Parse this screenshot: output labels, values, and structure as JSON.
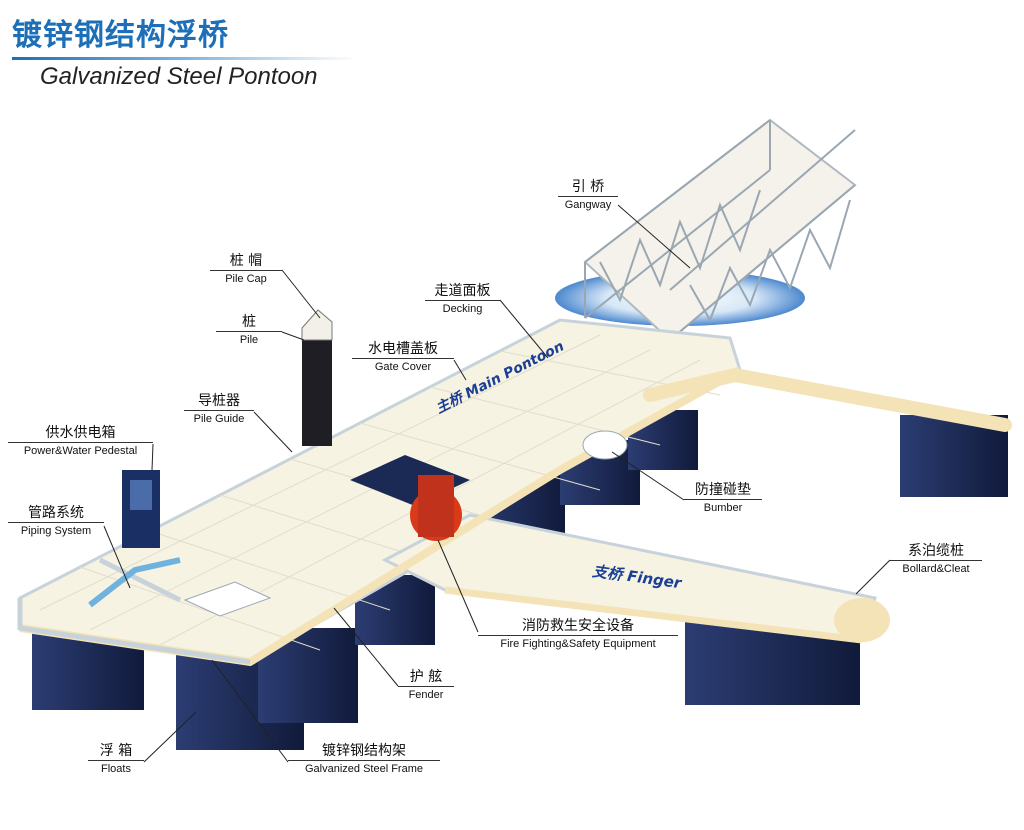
{
  "title": {
    "cn": "镀锌钢结构浮桥",
    "en": "Galvanized Steel Pontoon"
  },
  "colors": {
    "brand": "#1d6fb8",
    "float": "#1b2a55",
    "deck": "#f7f3e3",
    "frame": "#c8d2da",
    "fender": "#f3e3b6",
    "text": "#1a3f95"
  },
  "deck_text": {
    "main": "主桥 Main Pontoon",
    "finger": "支桥 Finger"
  },
  "labels": [
    {
      "cn": "引 桥",
      "en": "Gangway"
    },
    {
      "cn": "桩 帽",
      "en": "Pile Cap"
    },
    {
      "cn": "走道面板",
      "en": "Decking"
    },
    {
      "cn": "桩",
      "en": "Pile"
    },
    {
      "cn": "水电槽盖板",
      "en": "Gate Cover"
    },
    {
      "cn": "导桩器",
      "en": "Pile Guide"
    },
    {
      "cn": "供水供电箱",
      "en": "Power&Water Pedestal"
    },
    {
      "cn": "防撞碰垫",
      "en": "Bumber"
    },
    {
      "cn": "管路系统",
      "en": "Piping System"
    },
    {
      "cn": "系泊缆桩",
      "en": "Bollard&Cleat"
    },
    {
      "cn": "消防救生安全设备",
      "en": "Fire Fighting&Safety Equipment"
    },
    {
      "cn": "护 舷",
      "en": "Fender"
    },
    {
      "cn": "浮 箱",
      "en": "Floats"
    },
    {
      "cn": "镀锌钢结构架",
      "en": "Galvanized Steel Frame"
    }
  ]
}
